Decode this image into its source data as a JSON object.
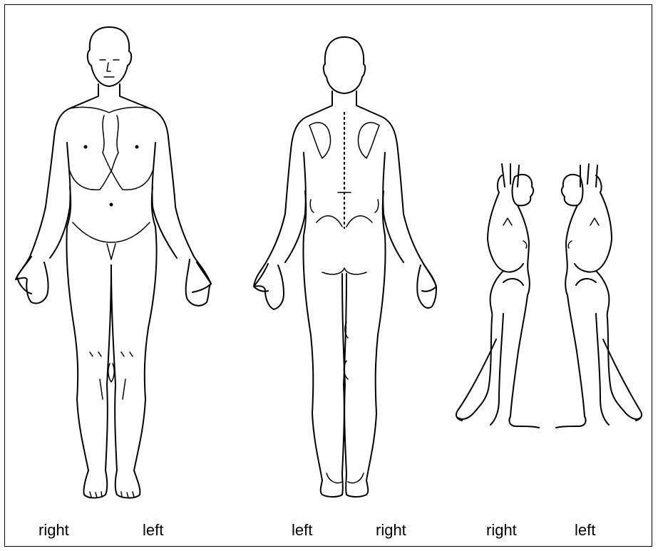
{
  "front_view": {
    "right_label": "right",
    "left_label": "left"
  },
  "back_view": {
    "left_label": "left",
    "right_label": "right"
  },
  "side_views": {
    "right_label": "right",
    "left_label": "left"
  }
}
